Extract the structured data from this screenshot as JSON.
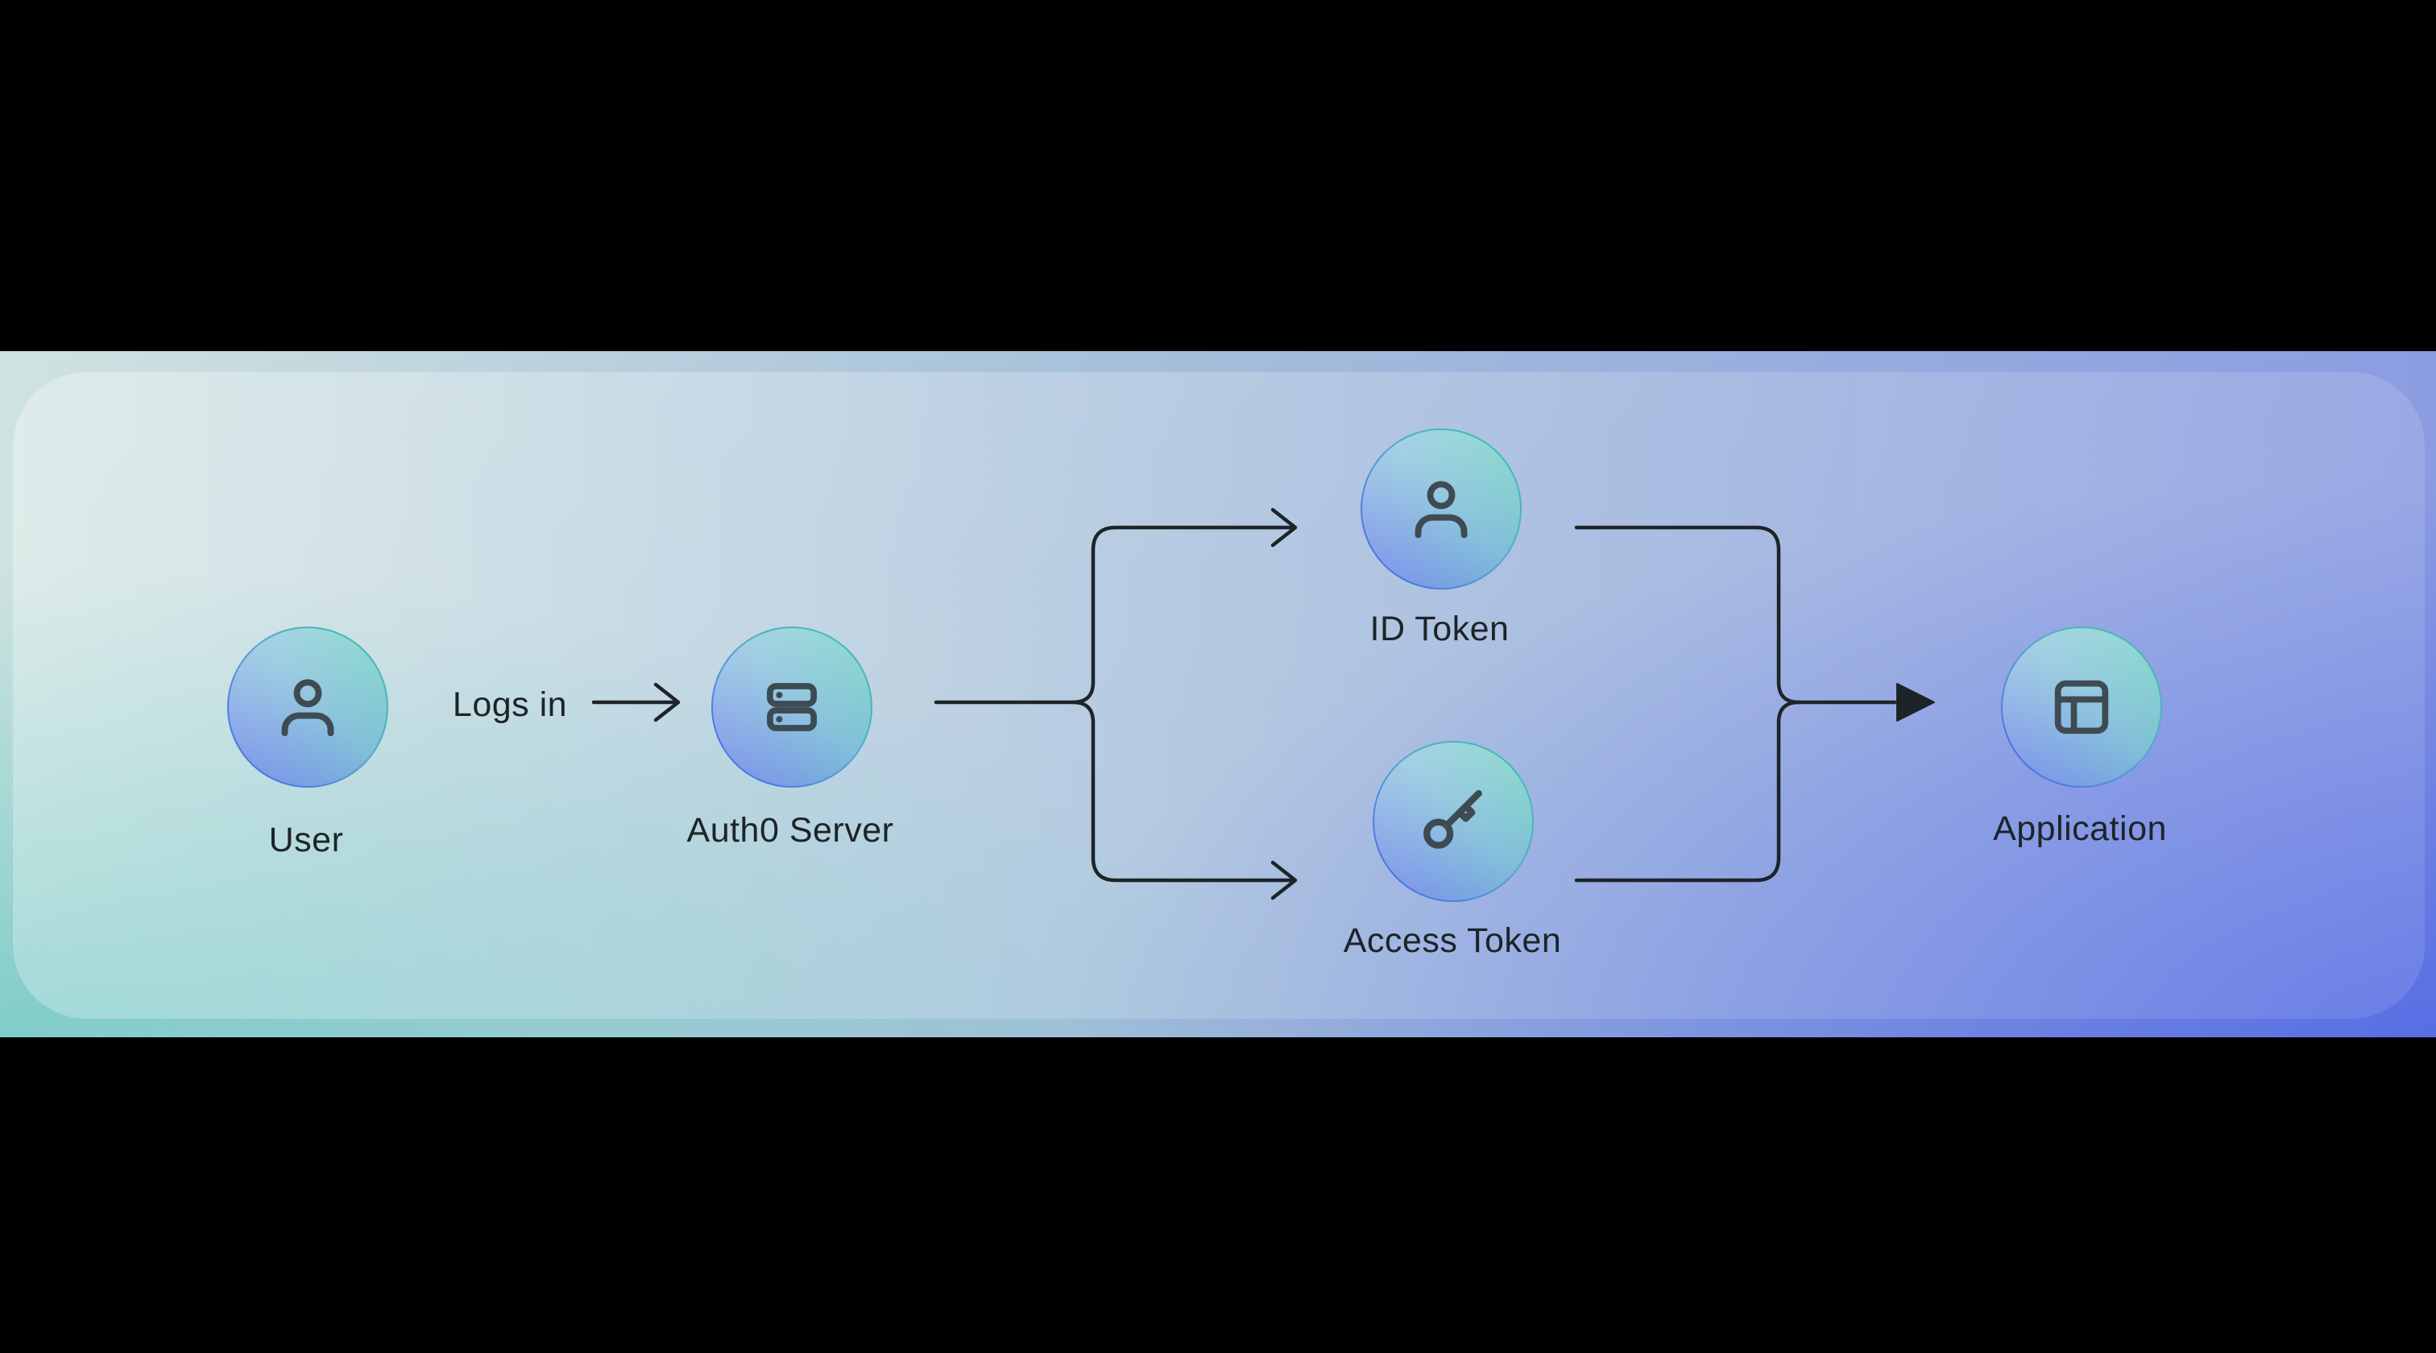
{
  "colors": {
    "letterbox_background": "#000000",
    "band_top_left": "#cfe3e0",
    "band_bottom_left": "#84c2c2",
    "band_top_right": "#8b9ce1",
    "band_bottom_right": "#4d64de",
    "panel_highlight": "rgba(255,255,255,0.2)",
    "circle_border_teal": "#3ec2aa",
    "circle_border_blue": "#4a61e8",
    "circle_fill": "rgba(255,255,255,0.35)",
    "connector": "#1d2427",
    "icon": "#3e4b52",
    "label_text": "#1d2427"
  },
  "diagram": {
    "nodes": [
      {
        "id": "user",
        "label": "User",
        "icon": "user-icon"
      },
      {
        "id": "auth0-server",
        "label": "Auth0 Server",
        "icon": "server-icon"
      },
      {
        "id": "id-token",
        "label": "ID Token",
        "icon": "user-icon"
      },
      {
        "id": "access-token",
        "label": "Access Token",
        "icon": "key-icon"
      },
      {
        "id": "application",
        "label": "Application",
        "icon": "layout-icon"
      }
    ],
    "edges": [
      {
        "from": "user",
        "to": "auth0-server",
        "label": "Logs in",
        "arrowhead": "open"
      },
      {
        "from": "auth0-server",
        "to": "id-token",
        "label": "",
        "arrowhead": "open"
      },
      {
        "from": "auth0-server",
        "to": "access-token",
        "label": "",
        "arrowhead": "open"
      },
      {
        "from": "id-token",
        "to": "application",
        "label": "",
        "arrowhead": "filled"
      },
      {
        "from": "access-token",
        "to": "application",
        "label": "",
        "arrowhead": "filled"
      }
    ]
  }
}
